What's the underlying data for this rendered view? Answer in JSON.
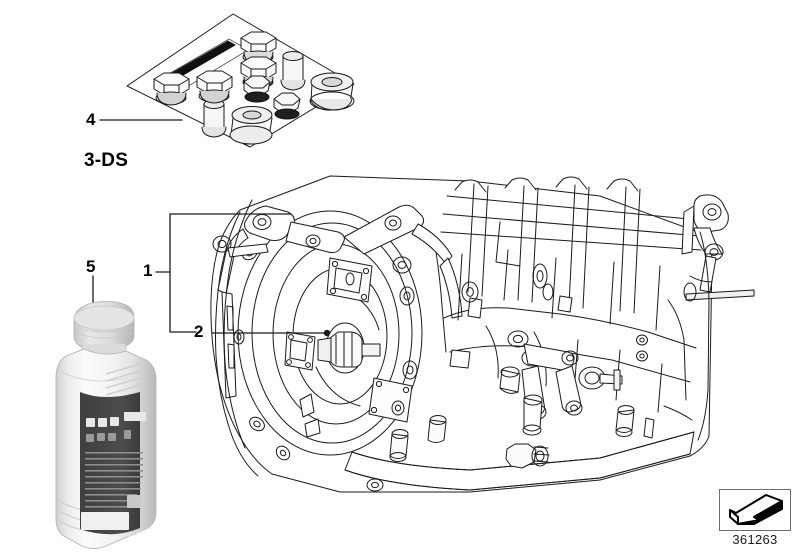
{
  "diagram": {
    "id_number": "361263",
    "group_label": "3-DS",
    "background_color": "#ffffff",
    "line_color": "#1a1a1a",
    "title": "Automatic transmission assembly technical illustration"
  },
  "callouts": [
    {
      "number": "1",
      "name": "callout-1",
      "target": "automatic-transmission-assembly"
    },
    {
      "number": "2",
      "name": "callout-2",
      "target": "torque-converter-bell-housing"
    },
    {
      "number": "4",
      "name": "callout-4",
      "target": "mounting-parts-set"
    },
    {
      "number": "5",
      "name": "callout-5",
      "target": "transmission-fluid-bottle"
    }
  ],
  "parts": {
    "transmission": {
      "name": "automatic-transmission",
      "alt": "Automatic transmission with bell housing, case and oil pan"
    },
    "parts_kit": {
      "name": "mounting-parts-set",
      "alt": "Set of bolts, nuts, pins and bushings on a card"
    },
    "oil_bottle": {
      "name": "transmission-fluid-bottle",
      "alt": "One litre plastic bottle of automatic transmission fluid",
      "cap_color": "#d9d9d9",
      "body_color": "#f2f2f2",
      "label_color": "#4a4a4a"
    }
  },
  "corner_icon": {
    "name": "perspective-arrow-icon",
    "alt": "Three dimensional arrow view indicator"
  }
}
